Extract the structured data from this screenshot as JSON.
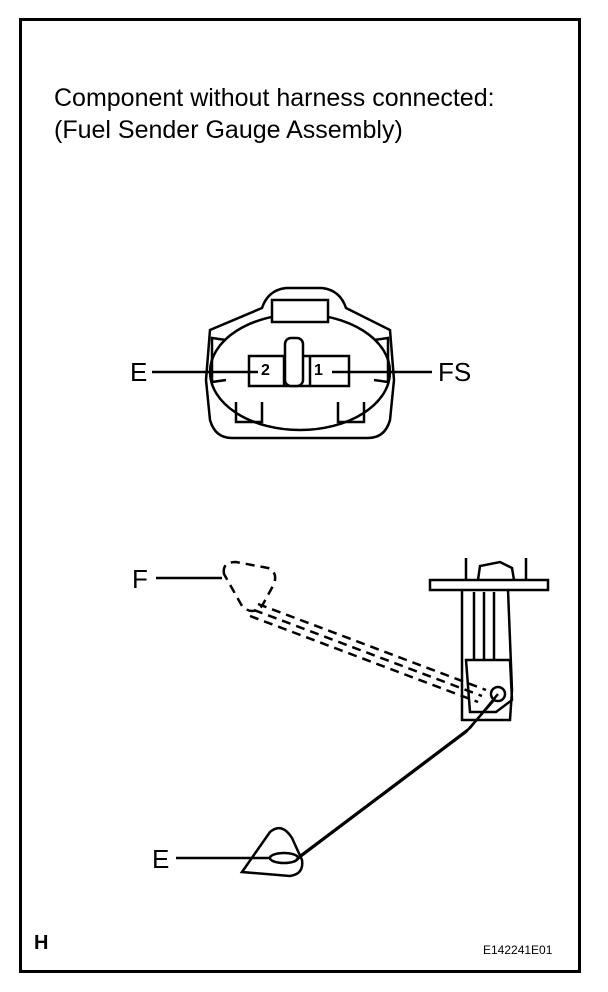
{
  "caption": {
    "line1": "Component without harness connected:",
    "line2": "(Fuel Sender Gauge Assembly)"
  },
  "connector": {
    "terminal_left_label": "E",
    "terminal_right_label": "FS",
    "pin_left": "2",
    "pin_right": "1"
  },
  "sender": {
    "float_full_label": "F",
    "float_empty_label": "E"
  },
  "footer": {
    "corner_mark": "H",
    "figure_code": "E142241E01"
  }
}
